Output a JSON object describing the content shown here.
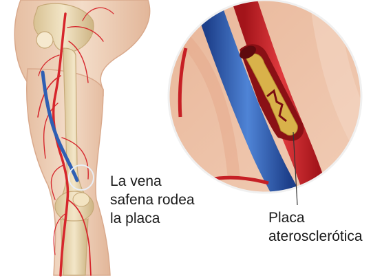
{
  "labels": {
    "saphenous_vein": {
      "line1": "La vena",
      "line2": "safena rodea",
      "line3": "la placa"
    },
    "plaque": {
      "line1": "Placa",
      "line2": "aterosclerótica"
    }
  },
  "colors": {
    "artery": "#d6262c",
    "vein": "#2f5fb3",
    "skin": "#efd3bd",
    "bone": "#e9d6ae",
    "plaque": "#d9b24a",
    "background": "#ffffff"
  }
}
